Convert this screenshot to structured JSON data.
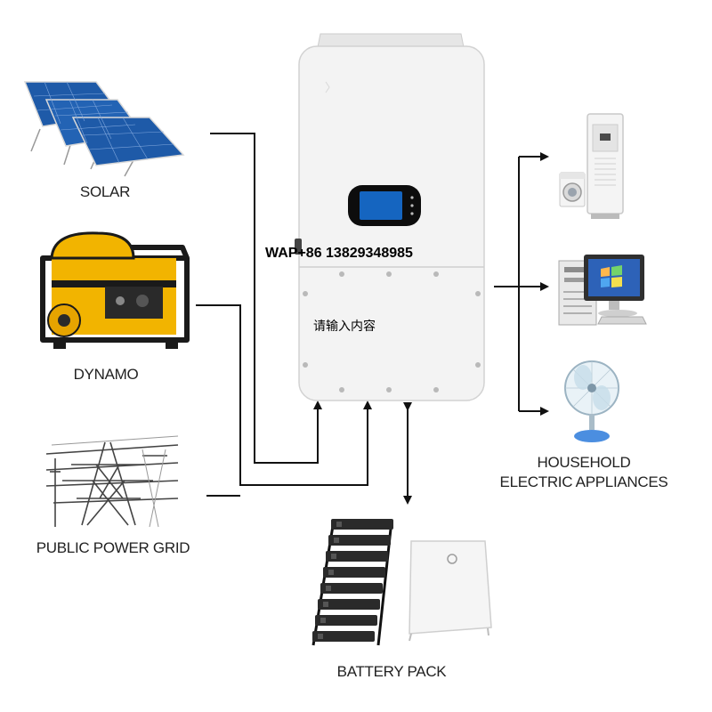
{
  "sources": {
    "solar_label": "SOLAR",
    "dynamo_label": "DYNAMO",
    "grid_label": "PUBLIC POWER GRID"
  },
  "outputs": {
    "appliances_label_line1": "HOUSEHOLD",
    "appliances_label_line2": "ELECTRIC APPLIANCES"
  },
  "storage": {
    "battery_label": "BATTERY PACK"
  },
  "overlay": {
    "contact_text": "WAP+86 13829348985",
    "placeholder_text": "请输入内容"
  },
  "colors": {
    "line": "#111111",
    "inverter_body": "#f3f3f3",
    "screen": "#1565c0",
    "solar_panel": "#1e5aa8",
    "generator": "#f2b400",
    "battery_dark": "#2a2a2a"
  },
  "icons": [
    "solar-panel-icon",
    "generator-icon",
    "power-tower-icon",
    "inverter-icon",
    "air-conditioner-icon",
    "washing-machine-icon",
    "desktop-computer-icon",
    "electric-fan-icon",
    "battery-rack-icon",
    "wall-battery-icon"
  ]
}
